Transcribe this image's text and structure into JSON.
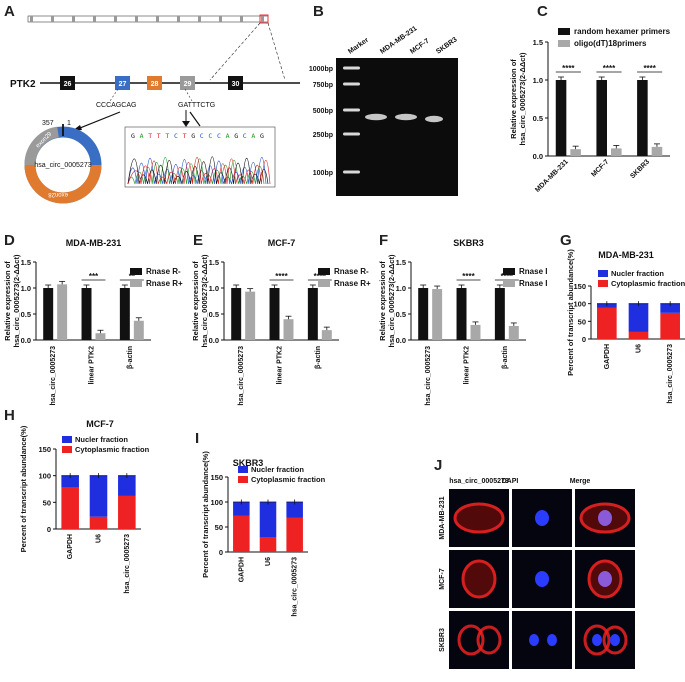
{
  "colors": {
    "black_bar": "#111111",
    "grey_bar": "#a8a8a8",
    "nucleus": "#1f2fe0",
    "cyto": "#ee2222",
    "gel_bg": "#0c0c0c",
    "gene_orange": "#e07a2e",
    "gene_blue": "#3a6ec4",
    "gene_grey": "#9a9a9a"
  },
  "panelA": {
    "letter": "A",
    "gene_name": "PTK2",
    "exons": [
      "26",
      "27",
      "28",
      "29",
      "30"
    ],
    "seq_left": "CCCAGCAG",
    "seq_right": "GATTTCTG",
    "circ_name": "hsa_circ_0005273",
    "junction_left": "357",
    "junction_right": "1",
    "exon_top": "exon29",
    "exon_bottom": "exon28",
    "sanger_bases": [
      "G",
      "A",
      "T",
      "T",
      "T",
      "C",
      "T",
      "G",
      "C",
      "C",
      "C",
      "A",
      "G",
      "C",
      "A",
      "G"
    ]
  },
  "panelB": {
    "letter": "B",
    "lanes": [
      "Marker",
      "MDA-MB-231",
      "MCF-7",
      "SKBR3"
    ],
    "ladder": [
      "1000bp",
      "750bp",
      "500bp",
      "250bp",
      "100bp"
    ]
  },
  "chartC": {
    "letter": "C",
    "chart_data": {
      "type": "bar",
      "categories": [
        "MDA-MB-231",
        "MCF-7",
        "SKBR3"
      ],
      "series": [
        {
          "name": "random hexamer primers",
          "values": [
            1.0,
            1.0,
            1.0
          ]
        },
        {
          "name": "oligo(dT)18primers",
          "values": [
            0.09,
            0.1,
            0.12
          ]
        }
      ],
      "ylabel": "Relative expression of hsa_circ_0005273(2-ΔΔct)",
      "ylim": [
        0,
        1.5
      ],
      "yticks": [
        "0.0",
        "0.5",
        "1.0",
        "1.5"
      ],
      "significance": [
        "****",
        "****",
        "****"
      ],
      "legend": "top-right"
    }
  },
  "chartD": {
    "letter": "D",
    "chart_data": {
      "type": "bar",
      "title": "MDA-MB-231",
      "categories": [
        "hsa_circ_0005273",
        "linear PTK2",
        "β-actin"
      ],
      "series": [
        {
          "name": "Rnase R-",
          "values": [
            1.0,
            1.0,
            1.0
          ]
        },
        {
          "name": "Rnase R+",
          "values": [
            1.07,
            0.13,
            0.37
          ]
        }
      ],
      "ylabel": "Relative expression of hsa_circ_0005273(2-ΔΔct)",
      "ylim": [
        0,
        1.5
      ],
      "yticks": [
        "0.0",
        "0.5",
        "1.0",
        "1.5"
      ],
      "significance": [
        "",
        "***",
        "**"
      ],
      "legend": "top-right"
    }
  },
  "chartE": {
    "letter": "E",
    "chart_data": {
      "type": "bar",
      "title": "MCF-7",
      "categories": [
        "hsa_circ_0005273",
        "linear PTK2",
        "β-actin"
      ],
      "series": [
        {
          "name": "Rnase R-",
          "values": [
            1.0,
            1.0,
            1.0
          ]
        },
        {
          "name": "Rnase R+",
          "values": [
            0.93,
            0.4,
            0.19
          ]
        }
      ],
      "ylabel": "Relative expression of hsa_circ_0005273(2-ΔΔct)",
      "ylim": [
        0,
        1.5
      ],
      "yticks": [
        "0.0",
        "0.5",
        "1.0",
        "1.5"
      ],
      "significance": [
        "",
        "****",
        "****"
      ],
      "legend": "top-right"
    }
  },
  "chartF": {
    "letter": "F",
    "chart_data": {
      "type": "bar",
      "title": "SKBR3",
      "categories": [
        "hsa_circ_0005273",
        "linear PTK2",
        "β-actin"
      ],
      "series": [
        {
          "name": "Rnase I",
          "values": [
            1.0,
            1.0,
            1.0
          ]
        },
        {
          "name": "Rnase I",
          "values": [
            0.98,
            0.29,
            0.27
          ]
        }
      ],
      "ylabel": "Relative expression of hsa_circ_0005273(2-ΔΔct)",
      "ylim": [
        0,
        1.5
      ],
      "yticks": [
        "0.0",
        "0.5",
        "1.0",
        "1.5"
      ],
      "significance": [
        "",
        "****",
        "****"
      ],
      "legend": "top-right"
    }
  },
  "chartG": {
    "letter": "G",
    "chart_data": {
      "type": "bar",
      "stacked": true,
      "title": "MDA-MB-231",
      "categories": [
        "GAPDH",
        "U6",
        "hsa_circ_0005273"
      ],
      "series": [
        {
          "name": "Cytoplasmic fraction",
          "values": [
            88,
            20,
            74
          ]
        },
        {
          "name": "Nucler fraction",
          "values": [
            12,
            80,
            26
          ]
        }
      ],
      "ylabel": "Percent of transcript abundance(%)",
      "ylim": [
        0,
        150
      ],
      "yticks": [
        "0",
        "50",
        "100",
        "150"
      ],
      "legend": "top"
    }
  },
  "chartH": {
    "letter": "H",
    "chart_data": {
      "type": "bar",
      "stacked": true,
      "title": "MCF-7",
      "categories": [
        "GAPDH",
        "U6",
        "hsa_circ_0005273"
      ],
      "series": [
        {
          "name": "Cytoplasmic fraction",
          "values": [
            78,
            23,
            62
          ]
        },
        {
          "name": "Nucler fraction",
          "values": [
            22,
            77,
            38
          ]
        }
      ],
      "ylabel": "Percent of transcript abundance(%)",
      "ylim": [
        0,
        150
      ],
      "yticks": [
        "0",
        "50",
        "100",
        "150"
      ],
      "legend": "top"
    }
  },
  "chartI": {
    "letter": "I",
    "chart_data": {
      "type": "bar",
      "stacked": true,
      "title": "SKBR3",
      "categories": [
        "GAPDH",
        "U6",
        "hsa_circ_0005273"
      ],
      "series": [
        {
          "name": "Cytoplasmic fraction",
          "values": [
            73,
            30,
            69
          ]
        },
        {
          "name": "Nucler fraction",
          "values": [
            27,
            70,
            31
          ]
        }
      ],
      "ylabel": "Percent of transcript abundance(%)",
      "ylim": [
        0,
        150
      ],
      "yticks": [
        "0",
        "50",
        "100",
        "150"
      ],
      "legend": "top"
    }
  },
  "panelJ": {
    "letter": "J",
    "columns": [
      "hsa_circ_0005273",
      "DAPI",
      "Merge"
    ],
    "rows": [
      "MDA-MB-231",
      "MCF-7",
      "SKBR3"
    ]
  }
}
